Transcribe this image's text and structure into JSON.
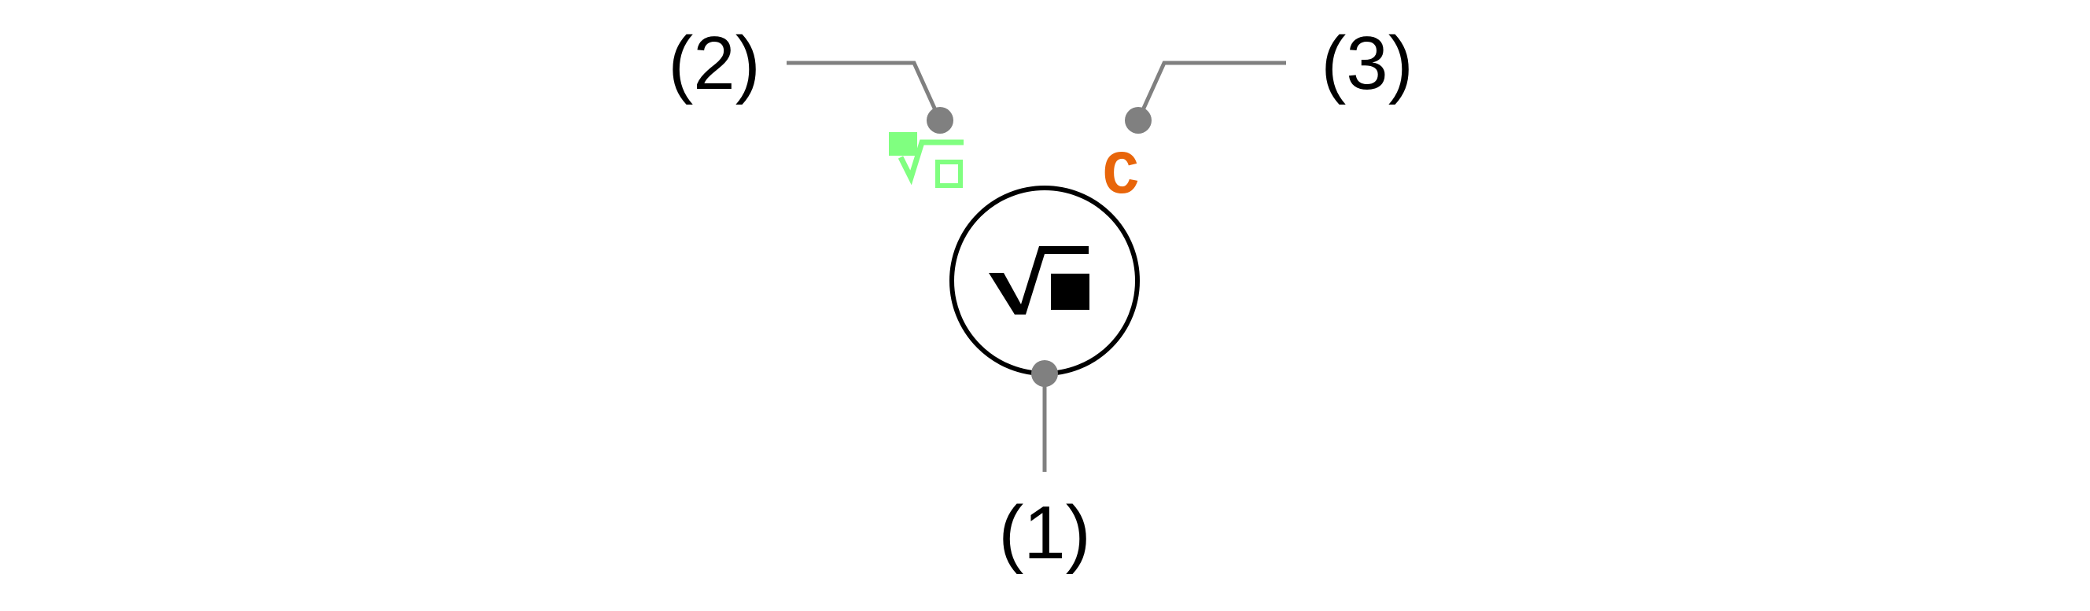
{
  "diagram": {
    "callouts": {
      "output": "(1)",
      "root_index_input": "(2)",
      "constant_input": "(3)"
    },
    "nodes": {
      "main_node_icon": "square-root-icon",
      "root_index_port_icon": "nth-root-icon",
      "constant_port_text": "C"
    },
    "colors": {
      "node_stroke": "#000000",
      "leader_lines": "#808080",
      "port_dots": "#808080",
      "root_index_port": "#80ff80",
      "constant_port": "#e8650a",
      "label_text": "#000000"
    }
  }
}
